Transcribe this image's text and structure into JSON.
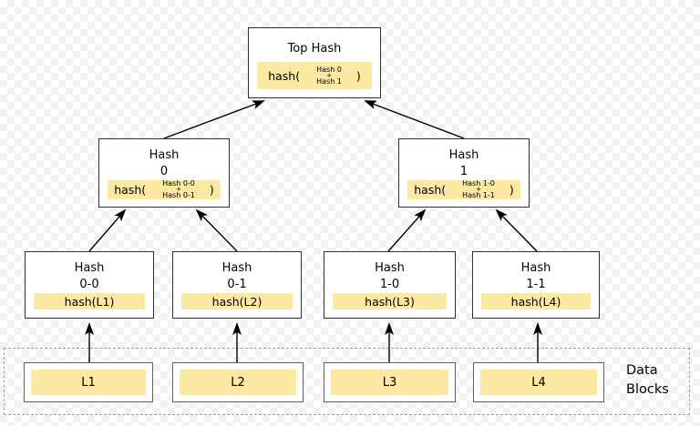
{
  "colors": {
    "highlight": "#FAE8A3",
    "box_bg": "#FFFFFF",
    "box_border": "#2F2F2F",
    "block_border": "#606060",
    "dashed_border": "#9E9E9E",
    "checker": "#F1F1F1",
    "text": "#000000",
    "arrow": "#000000"
  },
  "tree": {
    "root": {
      "title": "Top Hash",
      "expr": {
        "open": "hash(",
        "arg1": "Hash 0",
        "plus": "+",
        "arg2": "Hash 1",
        "close": ")"
      }
    },
    "level1": [
      {
        "title1": "Hash",
        "title2": "0",
        "expr": {
          "open": "hash(",
          "arg1": "Hash 0-0",
          "plus": "+",
          "arg2": "Hash 0-1",
          "close": ")"
        }
      },
      {
        "title1": "Hash",
        "title2": "1",
        "expr": {
          "open": "hash(",
          "arg1": "Hash 1-0",
          "plus": "+",
          "arg2": "Hash 1-1",
          "close": ")"
        }
      }
    ],
    "level2": [
      {
        "title1": "Hash",
        "title2": "0-0",
        "hash_label": "hash(L1)"
      },
      {
        "title1": "Hash",
        "title2": "0-1",
        "hash_label": "hash(L2)"
      },
      {
        "title1": "Hash",
        "title2": "1-0",
        "hash_label": "hash(L3)"
      },
      {
        "title1": "Hash",
        "title2": "1-1",
        "hash_label": "hash(L4)"
      }
    ],
    "blocks": [
      {
        "label": "L1"
      },
      {
        "label": "L2"
      },
      {
        "label": "L3"
      },
      {
        "label": "L4"
      }
    ],
    "blocks_caption": {
      "line1": "Data",
      "line2": "Blocks"
    }
  }
}
